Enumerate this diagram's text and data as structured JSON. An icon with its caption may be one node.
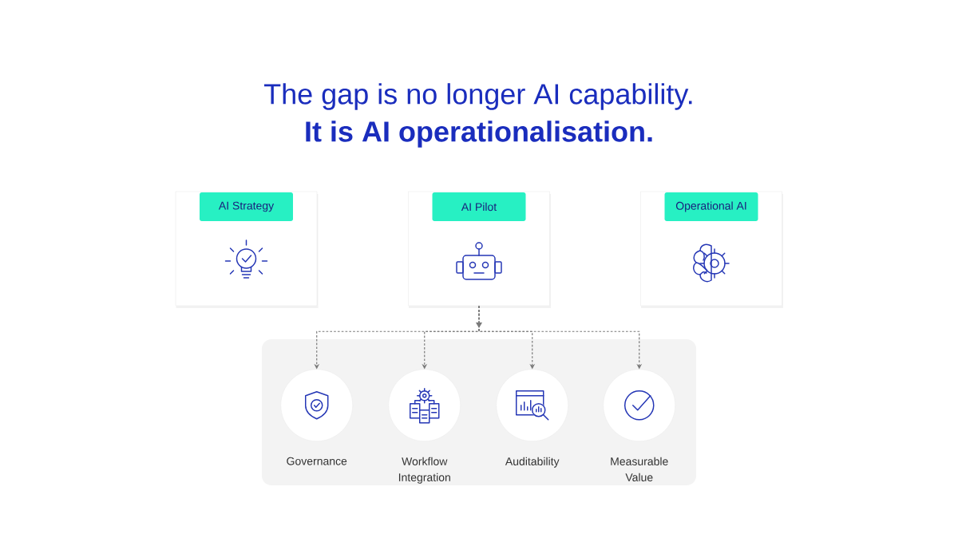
{
  "diagram": {
    "title": "The gap is no longer AI capability.",
    "nodes": [
      {
        "text": [
          "AI Strategy"
        ]
      },
      {
        "text": [
          "AI Pilot"
        ]
      },
      {
        "text": [
          "Operational AI"
        ]
      },
      {
        "text": [],
        "shape": "box"
      },
      {
        "text": [
          "Governance"
        ],
        "in": 3
      },
      {
        "text": [
          "Workflow Integration"
        ],
        "in": 3
      },
      {
        "text": [
          "Auditability"
        ],
        "in": 3
      },
      {
        "text": [
          "Measurable Value"
        ],
        "in": 3
      }
    ],
    "edges": [
      {
        "from": 1,
        "to": 4,
        "arrow": "to",
        "style": "dashed"
      },
      {
        "from": 1,
        "to": 5,
        "arrow": "to",
        "style": "dashed"
      },
      {
        "from": 1,
        "to": 6,
        "arrow": "to",
        "style": "dashed"
      },
      {
        "from": 1,
        "to": 7,
        "arrow": "to",
        "style": "dashed"
      }
    ],
    "labels": [
      "It is AI operationalisation."
    ]
  }
}
